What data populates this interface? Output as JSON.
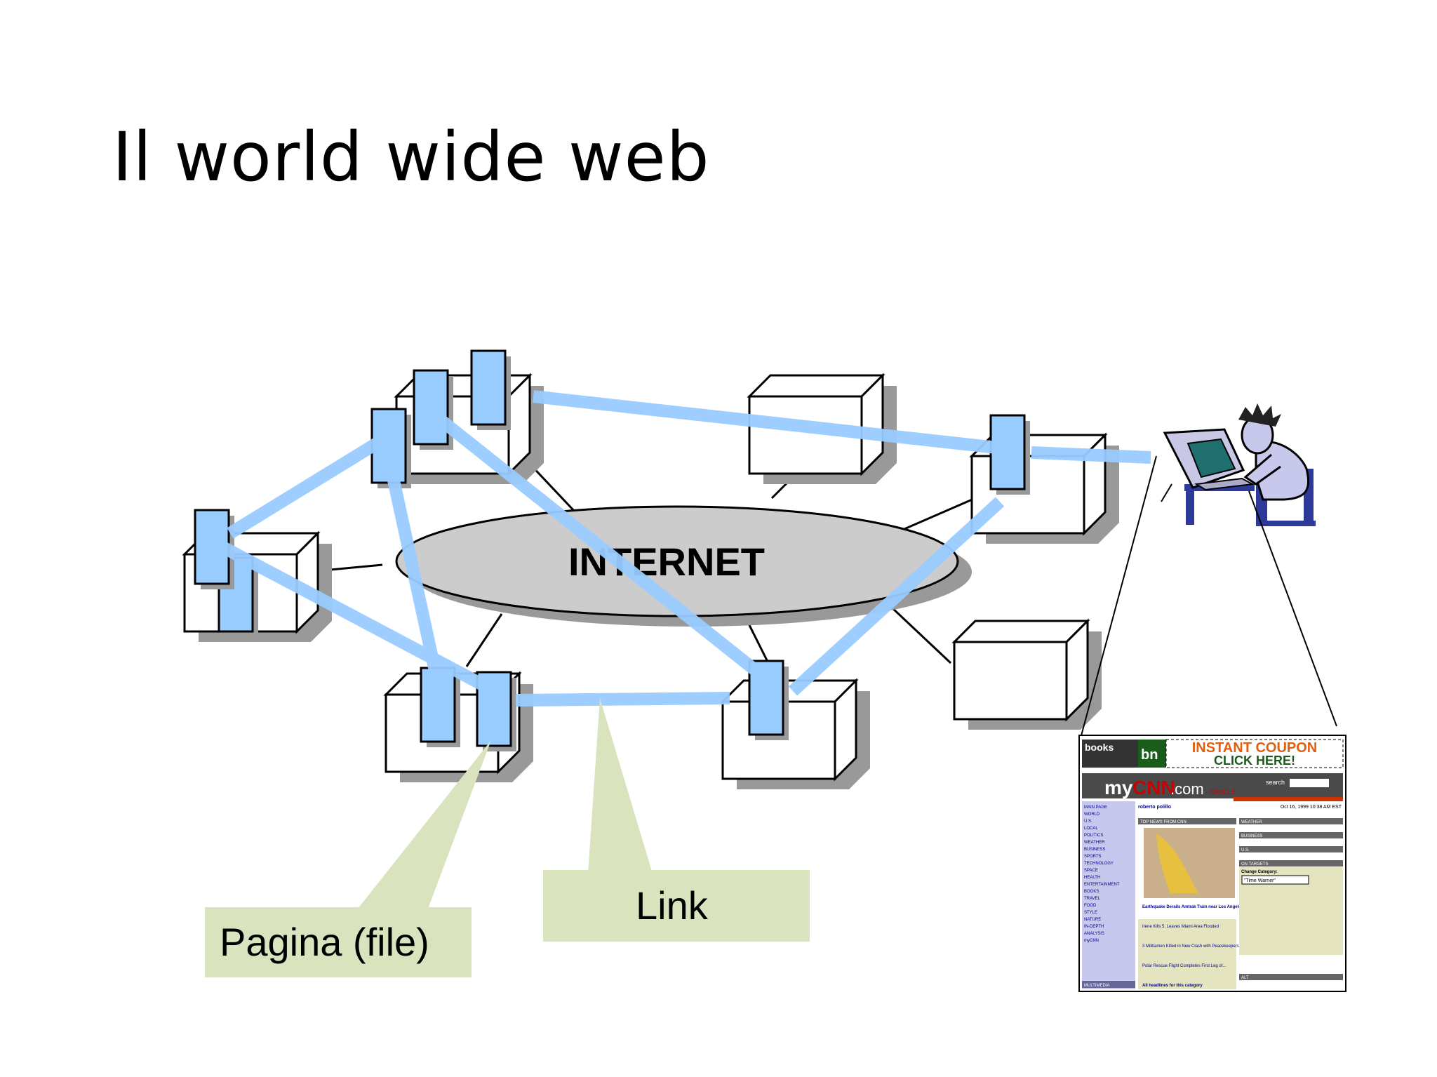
{
  "slide": {
    "title": "Il world wide web"
  },
  "diagram": {
    "network_label": "INTERNET",
    "callouts": {
      "page": "Pagina (file)",
      "link": "Link"
    },
    "colors": {
      "link": "#99ccff",
      "page": "#99ccff",
      "callout_bg": "#d9e4bf",
      "cloud": "#cccccc",
      "shadow": "#999999"
    },
    "icons": [
      "server-box",
      "web-page",
      "user-at-computer"
    ]
  },
  "screenshot": {
    "books": "books",
    "bn": "bn",
    "banner_line1": "INSTANT COUPON",
    "banner_line2": "CLICK HERE!",
    "logo_my": "my",
    "logo_cnn": "CNN",
    "logo_com": ".com",
    "oracle": "ORACLE",
    "search": "search",
    "user": "roberto polillo",
    "date": "Oct 16, 1999 10:38 AM EST",
    "nav": [
      "MAIN PAGE",
      "WORLD",
      "U.S.",
      "LOCAL",
      "POLITICS",
      "WEATHER",
      "BUSINESS",
      "SPORTS",
      "TECHNOLOGY",
      "SPACE",
      "HEALTH",
      "ENTERTAINMENT",
      "BOOKS",
      "TRAVEL",
      "FOOD",
      "STYLE",
      "NATURE",
      "IN-DEPTH",
      "ANALYSIS",
      "myCNN"
    ],
    "top_news": "TOP NEWS FROM CNN",
    "headline": "Earthquake Derails Amtrak Train near Los Angeles",
    "weather": "WEATHER",
    "business": "BUSINESS",
    "us": "U.S.",
    "on_targets": "ON TARGETS",
    "change_category": "Change Category:",
    "time_warner": "\"Time Warner\"",
    "news_items": [
      "Irene Kills 5, Leaves Miami Area Flooded",
      "3 Militiamen Killed in New Clash with Peacekeepers",
      "Polar Rescue Flight Completes First Leg of..."
    ],
    "all_headlines": "All headlines for this category",
    "alt": "ALT",
    "multimedia": "MULTIMEDIA"
  }
}
